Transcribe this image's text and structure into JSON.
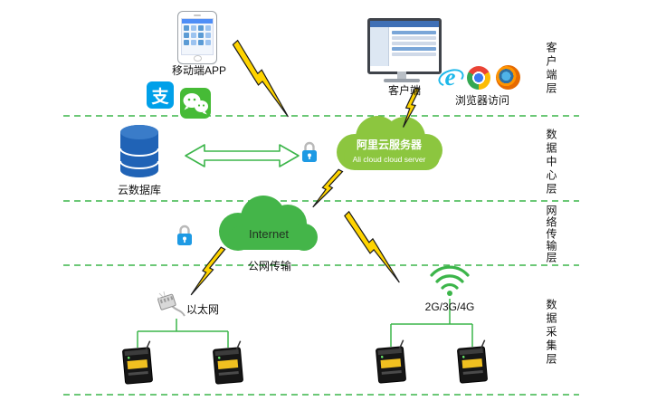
{
  "layers": {
    "client": "客户端层",
    "datacenter": "数据中心层",
    "network": "网络传输层",
    "collection": "数据采集层"
  },
  "labels": {
    "mobile_app": "移动端APP",
    "alipay_char": "支",
    "client": "客户端",
    "browser_access": "浏览器访问",
    "cloud_db": "云数据库",
    "ali_cloud_cn": "阿里云服务器",
    "ali_cloud_en": "Ali cloud  cloud server",
    "internet": "Internet",
    "public_net": "公网传输",
    "ethernet": "以太网",
    "cellular": "2G/3G/4G"
  },
  "colors": {
    "green": "#3cb54a",
    "ali_cloud": "#8cc63f",
    "internet_cloud": "#44b549",
    "db_blue": "#2063b6",
    "db_top": "#3a7cc9",
    "bolt_yellow": "#ffd400",
    "lock_blue": "#1e9ae4"
  }
}
